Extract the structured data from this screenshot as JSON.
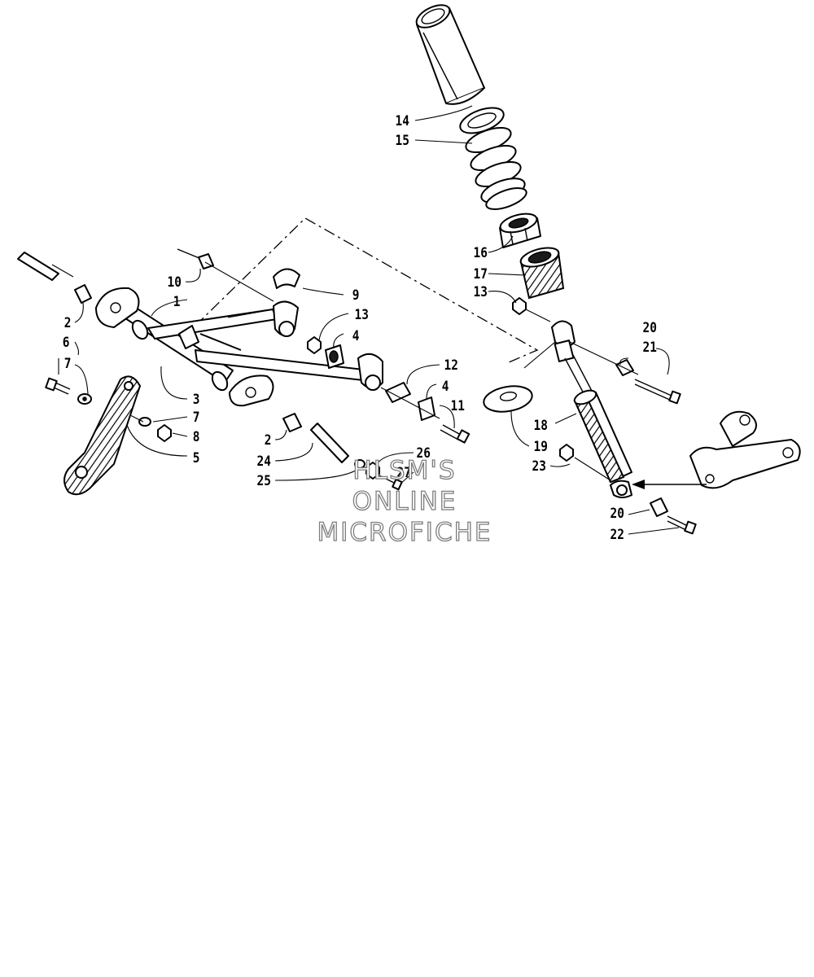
{
  "callouts": [
    "1",
    "2",
    "2",
    "3",
    "4",
    "4",
    "5",
    "6",
    "7",
    "7",
    "8",
    "9",
    "10",
    "11",
    "12",
    "13",
    "13",
    "14",
    "15",
    "16",
    "17",
    "18",
    "19",
    "20",
    "20",
    "21",
    "22",
    "23",
    "24",
    "25",
    "26",
    "27"
  ],
  "watermark": {
    "line1": "HLSM'S",
    "line2": "ONLINE",
    "line3": "MICROFICHE"
  }
}
